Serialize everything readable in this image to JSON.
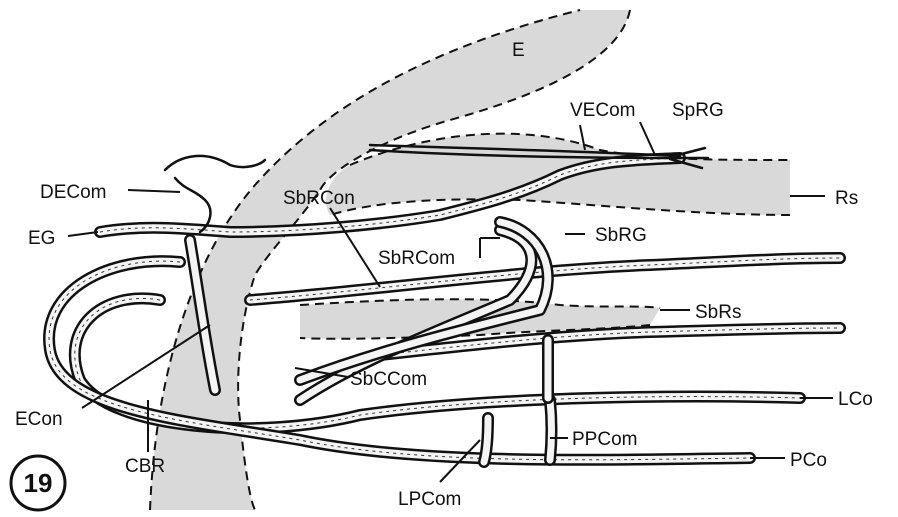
{
  "figure": {
    "number": "19",
    "labels": {
      "E": "E",
      "VECom": "VECom",
      "SpRG": "SpRG",
      "DECom": "DECom",
      "Rs": "Rs",
      "SbRCon": "SbRCon",
      "EG": "EG",
      "SbRCom": "SbRCom",
      "SbRG": "SbRG",
      "SbRs": "SbRs",
      "SbCCom": "SbCCom",
      "ECon": "ECon",
      "LCo": "LCo",
      "PPCom": "PPCom",
      "CBR": "CBR",
      "PCo": "PCo",
      "LPCom": "LPCom"
    }
  },
  "colors": {
    "line": "#111111",
    "shade": "#d9d9d9",
    "background": "#ffffff"
  }
}
